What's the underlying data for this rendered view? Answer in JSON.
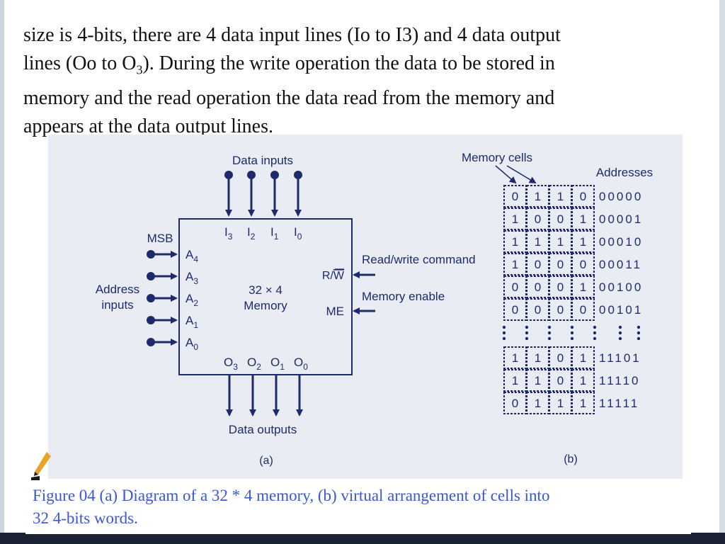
{
  "paragraph": {
    "line1": " size is 4-bits, there are 4 data input lines (Io to I3) and 4 data output",
    "line2_a": "lines (Oo to O",
    "line2_sub": "3",
    "line2_b": "). During the write operation the data to be stored in",
    "line3": "memory and the read operation the data read from the memory and",
    "line4": "appears at the data output lines."
  },
  "figure_a": {
    "data_inputs_label": "Data inputs",
    "data_outputs_label": "Data outputs",
    "msb_label": "MSB",
    "address_inputs_line1": "Address",
    "address_inputs_line2": "inputs",
    "box_line1": "32 × 4",
    "box_line2": "Memory",
    "input_pins": [
      {
        "base": "I",
        "sub": "3"
      },
      {
        "base": "I",
        "sub": "2"
      },
      {
        "base": "I",
        "sub": "1"
      },
      {
        "base": "I",
        "sub": "0"
      }
    ],
    "address_pins": [
      {
        "base": "A",
        "sub": "4"
      },
      {
        "base": "A",
        "sub": "3"
      },
      {
        "base": "A",
        "sub": "2"
      },
      {
        "base": "A",
        "sub": "1"
      },
      {
        "base": "A",
        "sub": "0"
      }
    ],
    "output_pins": [
      {
        "base": "O",
        "sub": "3"
      },
      {
        "base": "O",
        "sub": "2"
      },
      {
        "base": "O",
        "sub": "1"
      },
      {
        "base": "O",
        "sub": "0"
      }
    ],
    "rw_pin": "R/W",
    "rw_overbar_part": "W",
    "me_pin": "ME",
    "rw_command_label": "Read/write command",
    "memory_enable_label": "Memory enable",
    "sub_label": "(a)"
  },
  "figure_b": {
    "memory_cells_label": "Memory cells",
    "addresses_label": "Addresses",
    "rows_top": [
      {
        "bits": [
          "0",
          "1",
          "1",
          "0"
        ],
        "address": "00000"
      },
      {
        "bits": [
          "1",
          "0",
          "0",
          "1"
        ],
        "address": "00001"
      },
      {
        "bits": [
          "1",
          "1",
          "1",
          "1"
        ],
        "address": "00010"
      },
      {
        "bits": [
          "1",
          "0",
          "0",
          "0"
        ],
        "address": "00011"
      },
      {
        "bits": [
          "0",
          "0",
          "0",
          "1"
        ],
        "address": "00100"
      },
      {
        "bits": [
          "0",
          "0",
          "0",
          "0"
        ],
        "address": "00101"
      }
    ],
    "rows_bottom": [
      {
        "bits": [
          "1",
          "1",
          "0",
          "1"
        ],
        "address": "11101"
      },
      {
        "bits": [
          "1",
          "1",
          "0",
          "1"
        ],
        "address": "11110"
      },
      {
        "bits": [
          "0",
          "1",
          "1",
          "1"
        ],
        "address": "11111"
      }
    ],
    "sub_label": "(b)"
  },
  "caption": {
    "line1": "Figure 04 (a) Diagram of a 32 * 4 memory, (b) virtual arrangement of cells into",
    "line2": "32 4-bits words."
  },
  "colors": {
    "diagram_ink": "#1e2a6c",
    "panel_bg": "#e9edf3",
    "caption_text": "#3a57d6",
    "body_text": "#111111"
  }
}
